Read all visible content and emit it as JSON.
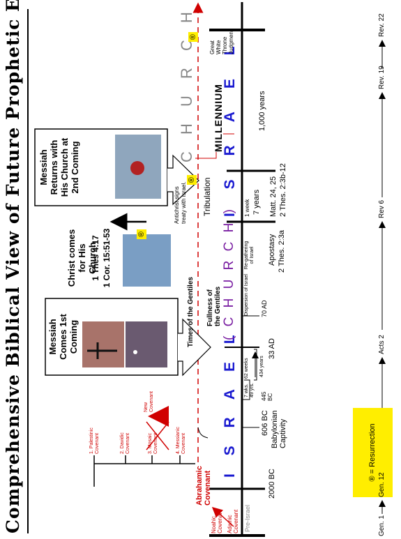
{
  "title": "Comprehensive Biblical View of Future Prophetic Events",
  "colors": {
    "yellow": "#ffee00",
    "red": "#d00000",
    "blue": "#1a1ad0",
    "purple": "#7a1fa2",
    "gray": "#888888"
  },
  "covenants": {
    "noahic": "Noahic Covenant",
    "adamic": "Adamic Covenant",
    "abrahamic": "Abrahamic Covenant",
    "list": [
      "1. Palestinic Covenant",
      "2. Davidic Covenant",
      "3. Mosaic Covenant",
      "4. Messianic Covenant"
    ],
    "new": "New Covenant"
  },
  "pre_israel": "Pre-Israel",
  "israel": "I S R A E L",
  "church": "( C H U R C H )",
  "church2": "C H U R C H",
  "israel2": "I S R A E L",
  "weeks": {
    "seven": "7 wks.",
    "seven_years": "49 yrs.",
    "sixty_two": "62 weeks",
    "sixty_two_years": "434 years",
    "one": "1 week",
    "one_years": "7 years"
  },
  "bc445": "445 BC",
  "dates": {
    "bc2000": "2000 BC",
    "bc606": "606 BC",
    "babylonian": "Babylonian Captivity",
    "ad33": "33 AD",
    "ad70": "70 AD",
    "years1000": "1,000 years"
  },
  "labels": {
    "dispersion": "Dispersion of Israel",
    "regathering": "Re-gathering of Israel",
    "apostasy": "Apostasy",
    "apostasy_ref": "2 Thes. 2:3a",
    "tribulation": "Tribulation",
    "matt": "Matt. 24, 25",
    "thes": "2 Thes. 2:3b-12",
    "times": "Times of the Gentiles",
    "fullness": "Fullness of the Gentiles",
    "antichrist": "Antichrist signs treaty with Israel.",
    "millennium": "MILLENNIUM",
    "throne": "Great White Throne Judgment"
  },
  "boxes": {
    "first_coming": "Messiah Comes 1st Coming",
    "rapture": [
      "Christ comes for His Church",
      "1 Thes 4:17",
      "1 Cor. 15:51-53"
    ],
    "second_coming": "Messiah Returns with His Church at 2nd Coming"
  },
  "resurrection_symbol": "®",
  "legend": "® = Resurrection",
  "bottom": [
    "Gen. 1",
    "Gen. 12",
    "Acts 2",
    "Rev 6",
    "Rev. 19",
    "Rev. 22"
  ]
}
